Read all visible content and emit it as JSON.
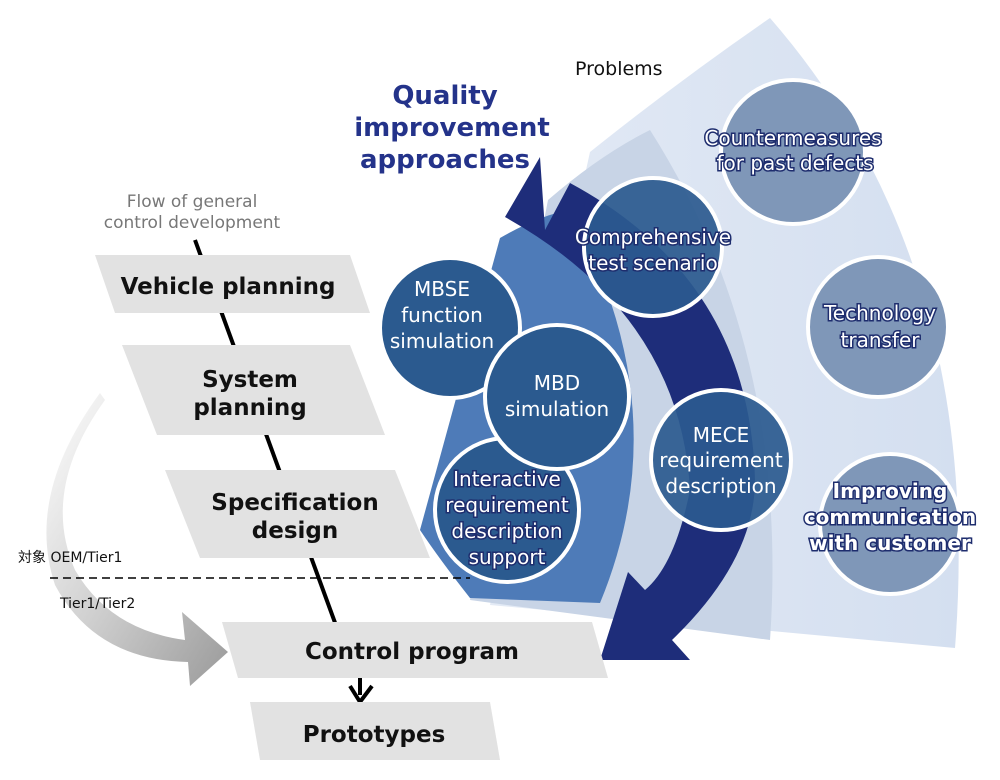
{
  "diagram": {
    "problems_label": "Problems",
    "quality_title": [
      "Quality",
      "improvement",
      "approaches"
    ],
    "flow_label": [
      "Flow of general",
      "control development"
    ],
    "boundary": {
      "upper": "対象  OEM/Tier1",
      "lower": "Tier1/Tier2"
    },
    "steps": {
      "vehicle_planning": [
        "Vehicle planning"
      ],
      "system_planning": [
        "System",
        "planning"
      ],
      "specification_design": [
        "Specification",
        "design"
      ],
      "control_program": [
        "Control program"
      ],
      "prototypes": [
        "Prototypes"
      ]
    },
    "approaches": {
      "mbse": [
        "MBSE",
        "function",
        "simulation"
      ],
      "mbd": [
        "MBD",
        "simulation"
      ],
      "interactive": [
        "Interactive",
        "requirement",
        "description",
        "support"
      ],
      "comprehensive": [
        "Comprehensive",
        "test scenario"
      ],
      "mece": [
        "MECE",
        "requirement",
        "description"
      ]
    },
    "problems": {
      "countermeasures": [
        "Countermeasures",
        "for past defects"
      ],
      "technology_transfer": [
        "Technology",
        "transfer"
      ],
      "communication": [
        "Improving",
        "communication",
        "with customer"
      ]
    },
    "colors": {
      "outer_fan": "#dde6f3",
      "middle_fan": "#c9d5e6",
      "inner_fan": "#4f7cb8",
      "dark_circle": "#2b5a8f",
      "problem_circle": "#7f97b8",
      "big_arrow": "#1e2d7a",
      "step_fill": "#e2e2e2",
      "title_blue": "#24338a"
    }
  }
}
